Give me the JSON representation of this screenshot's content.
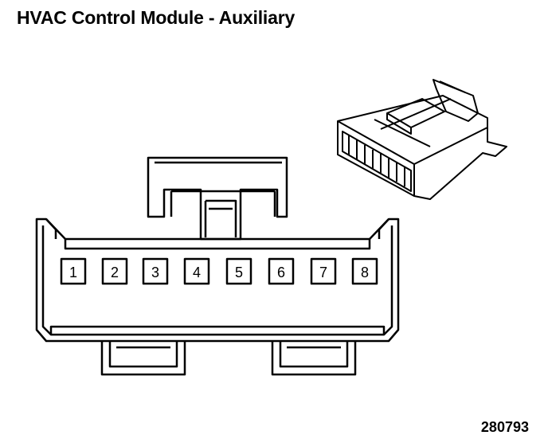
{
  "diagram": {
    "title": "HVAC Control Module - Auxiliary",
    "figure_number": "280793",
    "connector": {
      "pins": [
        "1",
        "2",
        "3",
        "4",
        "5",
        "6",
        "7",
        "8"
      ]
    },
    "colors": {
      "line": "#000000",
      "background": "#ffffff"
    },
    "icons": [
      "connector-front-view",
      "connector-isometric-view"
    ]
  }
}
